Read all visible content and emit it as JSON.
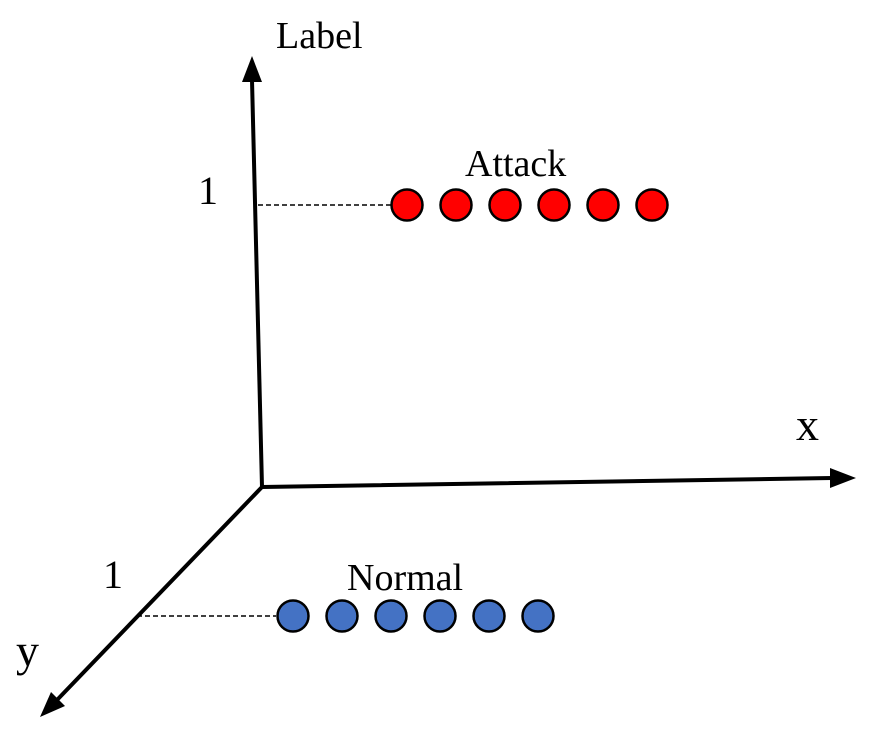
{
  "axes": {
    "vertical_label": "Label",
    "horizontal_label": "x",
    "depth_label": "y"
  },
  "ticks": {
    "vertical_one": "1",
    "depth_one": "1"
  },
  "groups": {
    "attack": {
      "label": "Attack",
      "count": 6,
      "color": "#ff0000"
    },
    "normal": {
      "label": "Normal",
      "count": 6,
      "color": "#4472c4"
    }
  }
}
